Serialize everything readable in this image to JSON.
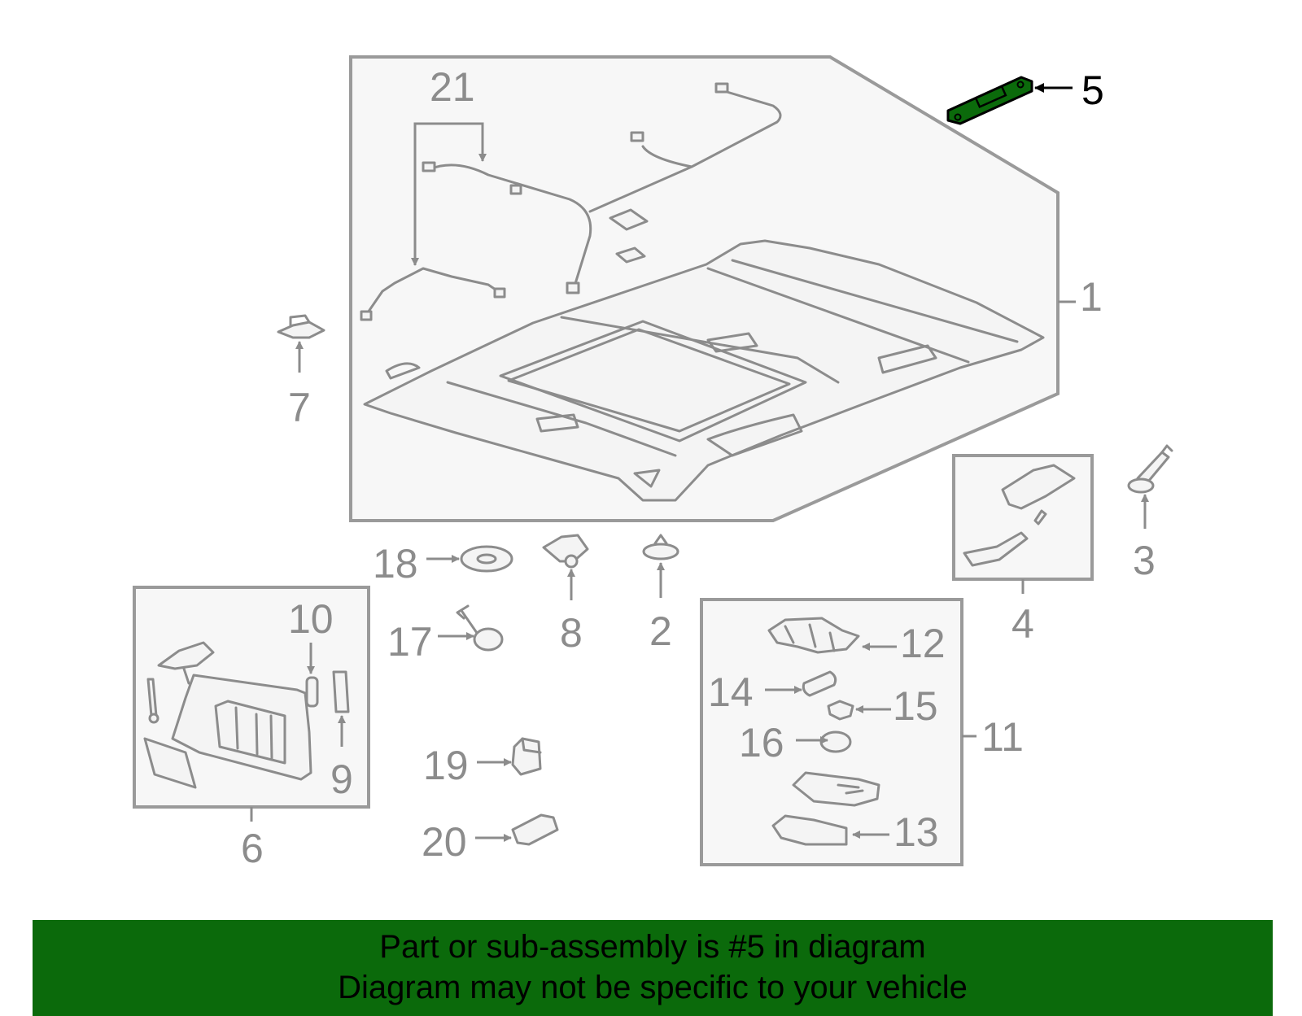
{
  "colors": {
    "banner_background": "#0b6a0b",
    "banner_text": "#000000",
    "line_art": "#8c8c8c",
    "selected_part": "#0b6a0b"
  },
  "selected_part_callout": "5",
  "callouts": {
    "c1": "1",
    "c2": "2",
    "c3": "3",
    "c4": "4",
    "c5": "5",
    "c6": "6",
    "c7": "7",
    "c8": "8",
    "c9": "9",
    "c10": "10",
    "c11": "11",
    "c12": "12",
    "c13": "13",
    "c14": "14",
    "c15": "15",
    "c16": "16",
    "c17": "17",
    "c18": "18",
    "c19": "19",
    "c20": "20",
    "c21": "21"
  },
  "banner": {
    "line1": "Part or sub-assembly is #5 in diagram",
    "line2": "Diagram may not be specific to your vehicle"
  }
}
